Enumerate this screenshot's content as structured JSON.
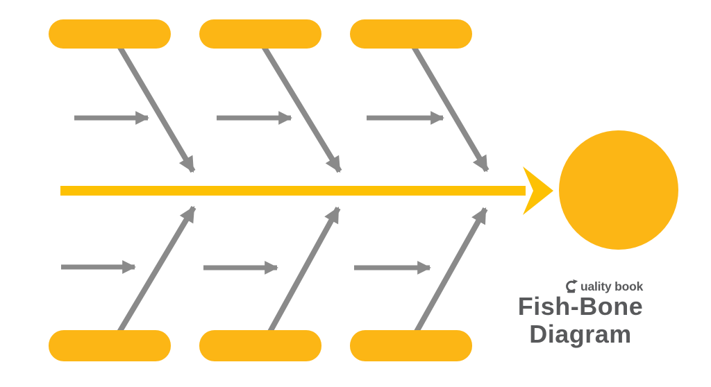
{
  "title": {
    "line1": "Fish-Bone",
    "line2": "Diagram"
  },
  "brand": {
    "name": "Quality book",
    "wordmark": "uality book",
    "logo_icon": "stylized-q-icon"
  },
  "colors": {
    "pill_yellow": "#FCB615",
    "spine_yellow": "#FDC104",
    "arrow_gray": "#8A8A8A",
    "text_dark": "#58595B",
    "background": "#FFFFFF"
  },
  "diagram": {
    "kind": "fishbone",
    "top_categories": 3,
    "bottom_categories": 3,
    "sub_cause_arrows_per_category": 1,
    "category_labels_top": [
      "",
      "",
      ""
    ],
    "category_labels_bottom": [
      "",
      "",
      ""
    ],
    "effect_label": ""
  }
}
